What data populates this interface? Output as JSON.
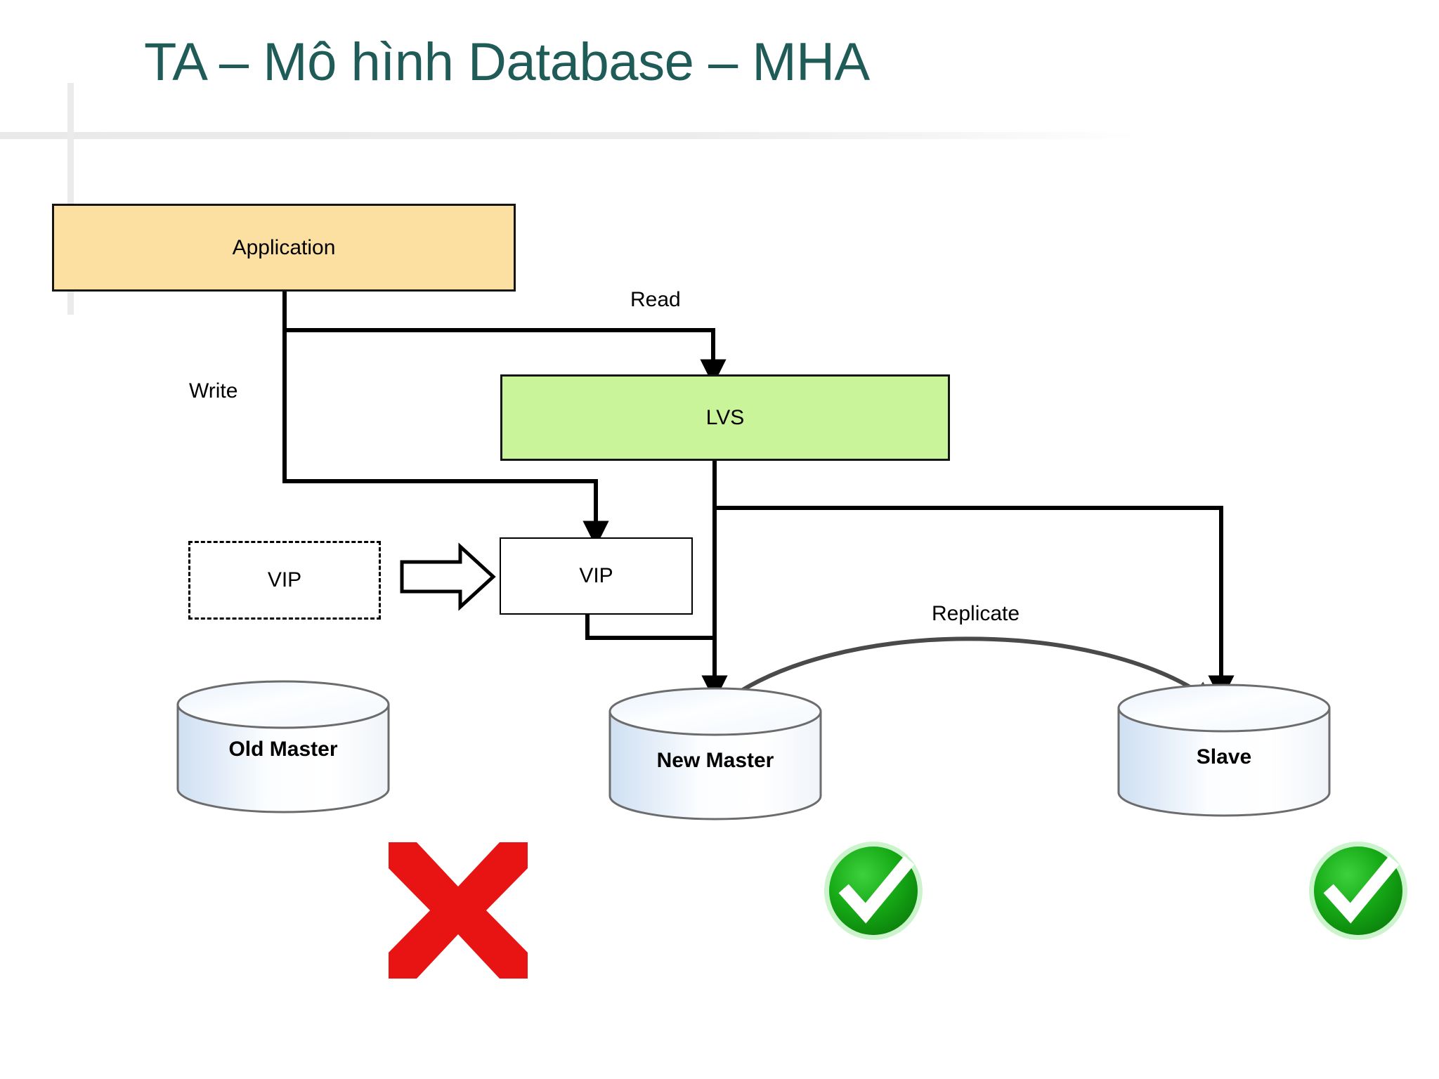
{
  "slide": {
    "title": "TA – Mô hình Database – MHA",
    "title_color": "#1F5B57",
    "background": "#FFFFFF"
  },
  "nodes": {
    "application": {
      "label": "Application",
      "fill": "#FBE0A1",
      "stroke": "#141414"
    },
    "lvs": {
      "label": "LVS",
      "fill": "#C9F49A",
      "stroke": "#141414"
    },
    "vip_old": {
      "label": "VIP",
      "fill": "#FFFFFF",
      "stroke": "#000000",
      "border_style": "dashed"
    },
    "vip_new": {
      "label": "VIP",
      "fill": "#FFFFFF",
      "stroke": "#000000",
      "border_style": "solid"
    }
  },
  "databases": [
    {
      "label": "Old Master",
      "status": "failed",
      "status_icon": "red-x-icon",
      "status_color": "#E81414"
    },
    {
      "label": "New Master",
      "status": "ok",
      "status_icon": "green-check-icon",
      "status_color": "#13A213"
    },
    {
      "label": "Slave",
      "status": "ok",
      "status_icon": "green-check-icon",
      "status_color": "#13A213"
    }
  ],
  "edges": {
    "read": {
      "label": "Read",
      "from": "Application",
      "to": "LVS"
    },
    "write": {
      "label": "Write",
      "from": "Application",
      "to": "VIP"
    },
    "replicate": {
      "label": "Replicate",
      "from": "New Master",
      "to": "Slave",
      "color": "#404040"
    },
    "failover": {
      "label": "",
      "from": "VIP (old, dashed)",
      "to": "VIP (new)",
      "icon": "block-arrow-right-icon"
    }
  }
}
